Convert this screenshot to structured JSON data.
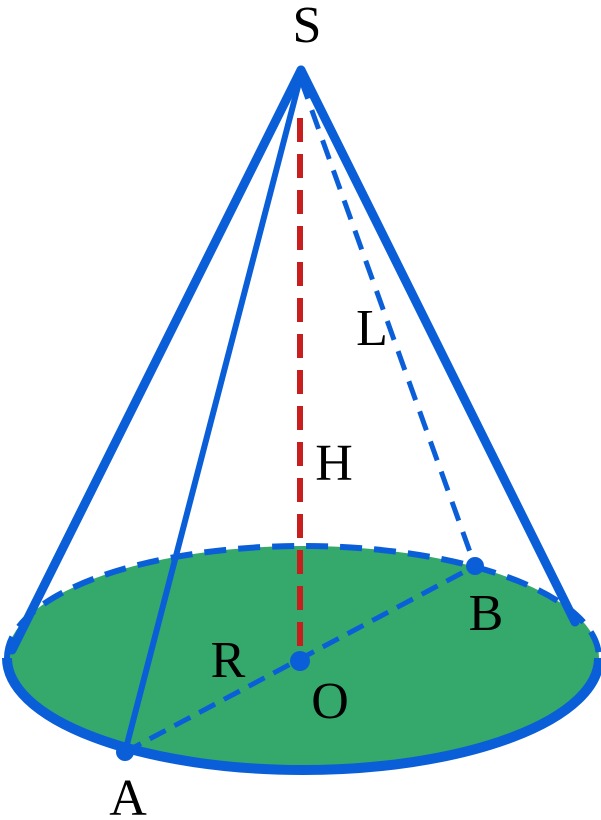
{
  "labels": {
    "apex": "S",
    "point_a": "A",
    "point_b": "B",
    "center": "O",
    "height": "H",
    "slant": "L",
    "radius": "R"
  },
  "colors": {
    "outline": "#0a5fd8",
    "base_fill": "#35a96b",
    "height_line": "#c81e1e",
    "text": "#000000"
  }
}
